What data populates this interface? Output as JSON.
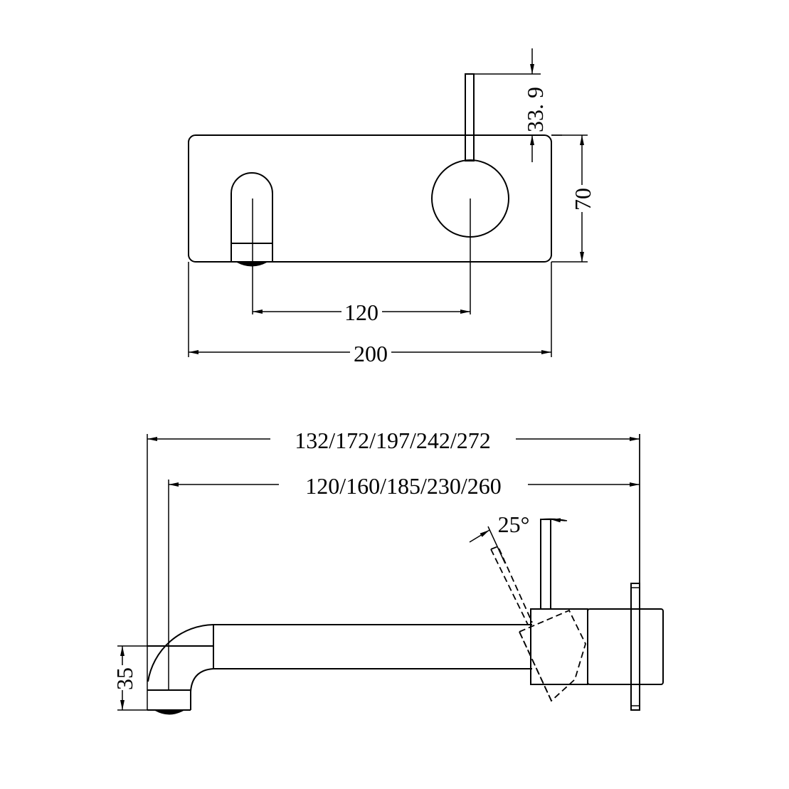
{
  "drawing": {
    "type": "technical-drawing",
    "subject": "wall-mounted basin mixer with spout",
    "colors": {
      "line": "#000000",
      "background": "#ffffff"
    },
    "front_view": {
      "dimensions": {
        "lever_height": "33. 9",
        "plate_height": "70",
        "spout_to_handle": "120",
        "plate_width": "200"
      }
    },
    "side_view": {
      "dimensions": {
        "overall_length": "132/172/197/242/272",
        "spout_length": "120/160/185/230/260",
        "spout_height": "35",
        "lever_angle": "25°"
      }
    }
  }
}
